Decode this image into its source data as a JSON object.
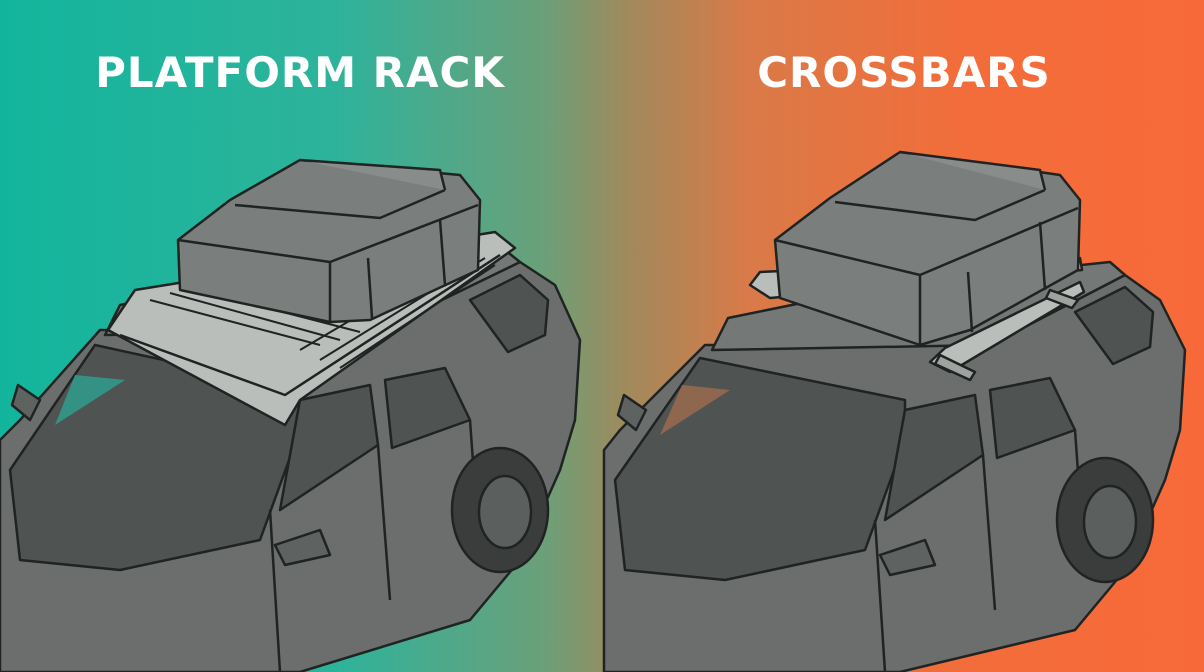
{
  "panels": [
    {
      "title": "PLATFORM RACK"
    },
    {
      "title": "CROSSBARS"
    }
  ],
  "colors": {
    "left_background": "#12b59c",
    "right_background": "#f8693a",
    "car_body": "#6b6e6c",
    "glass": "#4f5452",
    "outline": "#1f2321",
    "cargo_bag": "#7a7e7c",
    "rack_metal": "#b9bebb"
  },
  "icons": [
    "car-illustration",
    "cargo-bag-icon",
    "platform-rack-icon",
    "crossbars-icon"
  ]
}
